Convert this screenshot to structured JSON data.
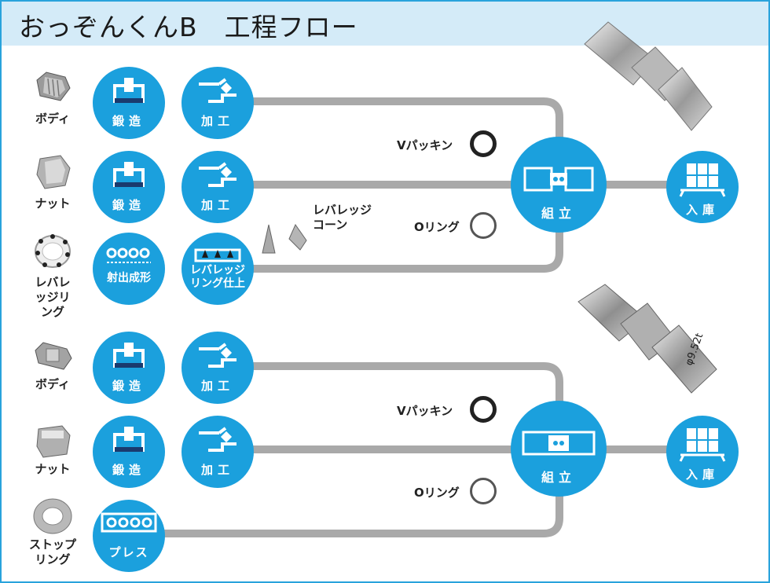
{
  "title": "おっぞんくんB　工程フロー",
  "colors": {
    "accent": "#1ba0dd",
    "line": "#a9a9a9",
    "title_bg": "#d4ebf8",
    "border": "#29a3dc"
  },
  "top": {
    "parts": [
      "ボディ",
      "ナット",
      "レバレッジリング"
    ],
    "steps": {
      "forging1": "鍛造",
      "machining1": "加工",
      "forging2": "鍛造",
      "machining2": "加工",
      "molding": "射出成形",
      "finishing": "レバレッジリング仕上"
    },
    "lever_cone": "レバレッジコーン",
    "v_packing": "Vパッキン",
    "o_ring": "Oリング",
    "assembly": "組立",
    "storage": "入庫"
  },
  "bottom": {
    "parts": [
      "ボディ",
      "ナット",
      "ストップリング"
    ],
    "steps": {
      "forging1": "鍛造",
      "machining1": "加工",
      "forging2": "鍛造",
      "machining2": "加工",
      "press": "プレス"
    },
    "v_packing": "Vパッキン",
    "o_ring": "Oリング",
    "assembly": "組立",
    "storage": "入庫",
    "nut_stamp": "φ9.52t"
  },
  "icons": [
    "forging-die-icon",
    "lathe-icon",
    "injection-mold-icon",
    "ring-finish-icon",
    "assembly-icon",
    "warehouse-icon",
    "press-icon"
  ]
}
